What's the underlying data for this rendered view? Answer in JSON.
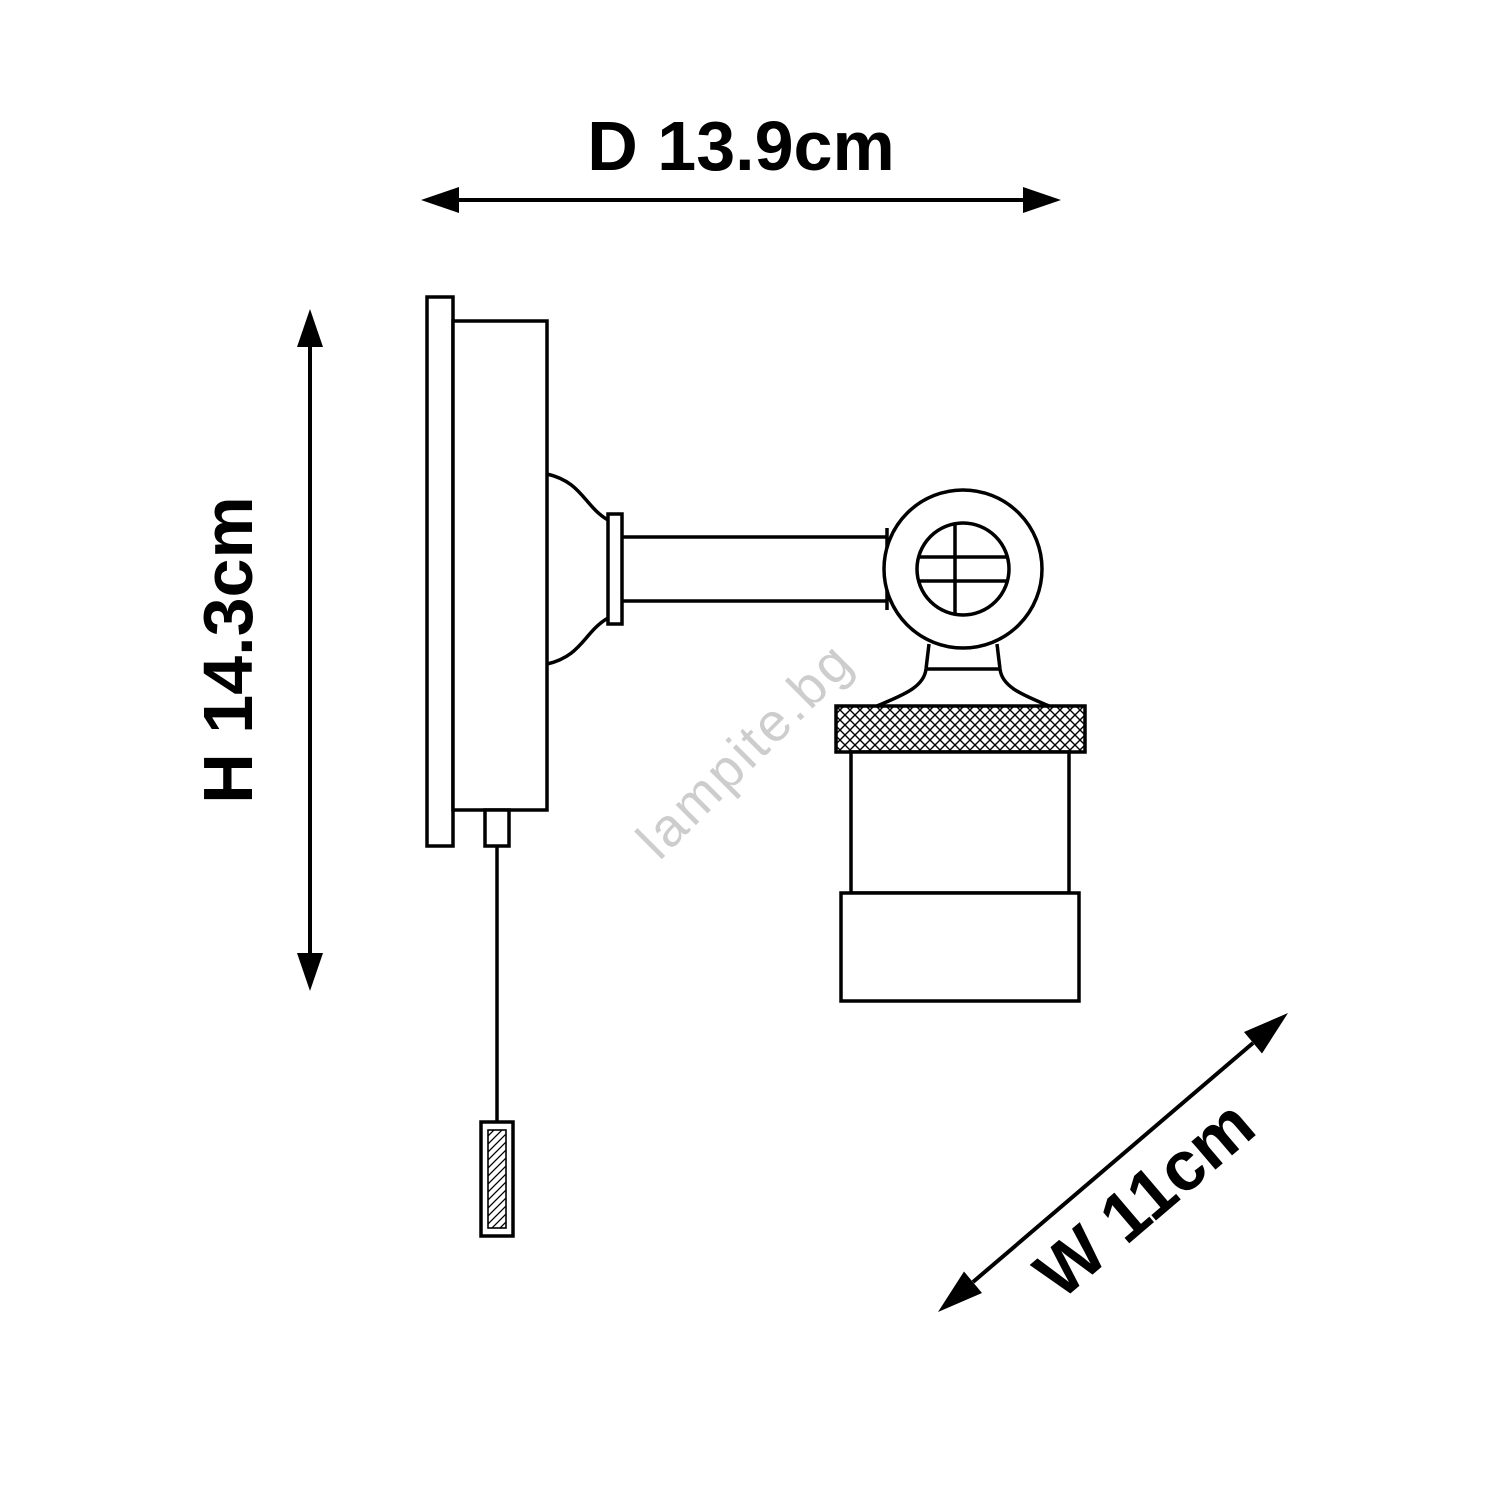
{
  "diagram": {
    "dimensions": {
      "depth": "D 13.9cm",
      "height": "H 14.3cm",
      "width": "W 11cm"
    },
    "watermark": "lampite.bg",
    "colors": {
      "ink": "#000000",
      "watermark": "#c8c8c8",
      "background": "#ffffff"
    }
  }
}
